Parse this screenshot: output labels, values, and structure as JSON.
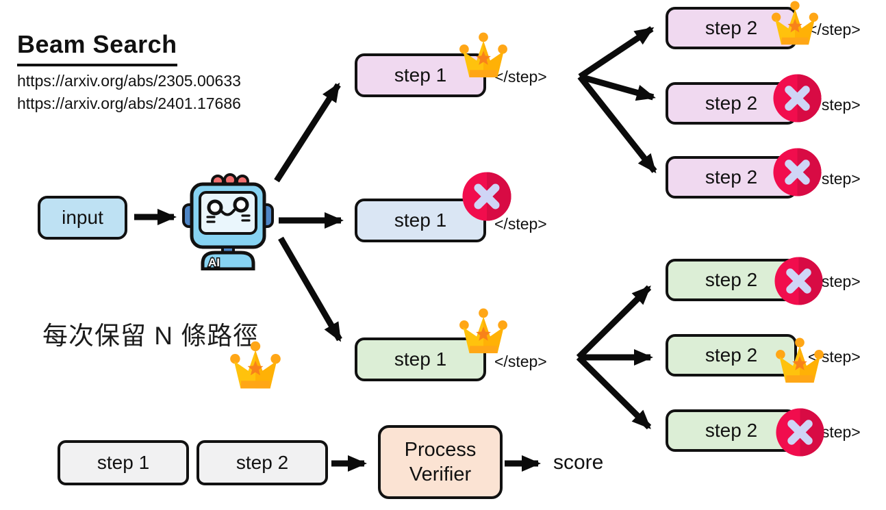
{
  "title": "Beam Search",
  "links": [
    "https://arxiv.org/abs/2305.00633",
    "https://arxiv.org/abs/2401.17686"
  ],
  "input_label": "input",
  "robot": {
    "badge": "AI"
  },
  "step_tag": "</step>",
  "annotation": "每次保留 N 條路徑",
  "beams": {
    "step1": [
      {
        "label": "step 1",
        "color": "#F0D9F0",
        "badge": "crown",
        "status": "selected"
      },
      {
        "label": "step 1",
        "color": "#DAE6F4",
        "badge": "cross",
        "status": "rejected"
      },
      {
        "label": "step 1",
        "color": "#DCEED6",
        "badge": "crown",
        "status": "selected"
      }
    ],
    "step2": [
      {
        "label": "step 2",
        "color": "#F0D9F0",
        "badge": "crown",
        "status": "selected"
      },
      {
        "label": "step 2",
        "color": "#F0D9F0",
        "badge": "cross",
        "status": "rejected"
      },
      {
        "label": "step 2",
        "color": "#F0D9F0",
        "badge": "cross",
        "status": "rejected"
      },
      {
        "label": "step 2",
        "color": "#DCEED6",
        "badge": "cross",
        "status": "rejected"
      },
      {
        "label": "step 2",
        "color": "#DCEED6",
        "badge": "crown",
        "status": "selected"
      },
      {
        "label": "step 2",
        "color": "#DCEED6",
        "badge": "cross",
        "status": "rejected"
      }
    ]
  },
  "flow": {
    "step1": "step 1",
    "step2": "step 2",
    "verifier": [
      "Process",
      "Verifier"
    ],
    "score": "score"
  },
  "colors": {
    "input_fill": "#BEE1F3",
    "pink_fill": "#F0D9F0",
    "blue_fill": "#DAE6F4",
    "green_fill": "#DCEED6",
    "gray_fill": "#F1F1F2",
    "verifier_fill": "#FBE3D3",
    "crown_gold": "#FFC20D",
    "cross_red": "#F10D4D",
    "arrow_black": "#0B0B0B"
  }
}
